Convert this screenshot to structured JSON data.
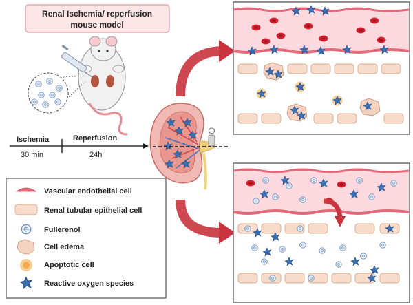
{
  "model_box": {
    "line1": "Renal Ischemia/ reperfusion",
    "line2": "mouse model"
  },
  "timeline": {
    "phase1_label": "Ischemia",
    "phase1_time": "30 min",
    "phase2_label": "Reperfusion",
    "phase2_time": "24h"
  },
  "legend": {
    "items": [
      {
        "icon": "endothelial-cell-icon",
        "label": "Vascular endothelial cell"
      },
      {
        "icon": "tubular-cell-icon",
        "label": "Renal tubular epithelial cell"
      },
      {
        "icon": "fullerenol-icon",
        "label": "Fullerenol"
      },
      {
        "icon": "cell-edema-icon",
        "label": "Cell edema"
      },
      {
        "icon": "apoptotic-cell-icon",
        "label": "Apoptotic cell"
      },
      {
        "icon": "ros-icon",
        "label": "Reactive oxygen species"
      }
    ]
  },
  "colors": {
    "vessel": "#f9d6db",
    "vessel_border": "#e08a95",
    "endothelial": "#e46a7a",
    "tubular": "#f8dccb",
    "tubular_border": "#d9a888",
    "arrow": "#c9343f",
    "rbc": "#d3202e",
    "ros": "#3d6fb3",
    "apoptotic": "#f6c783",
    "panel_border": "#555555"
  }
}
